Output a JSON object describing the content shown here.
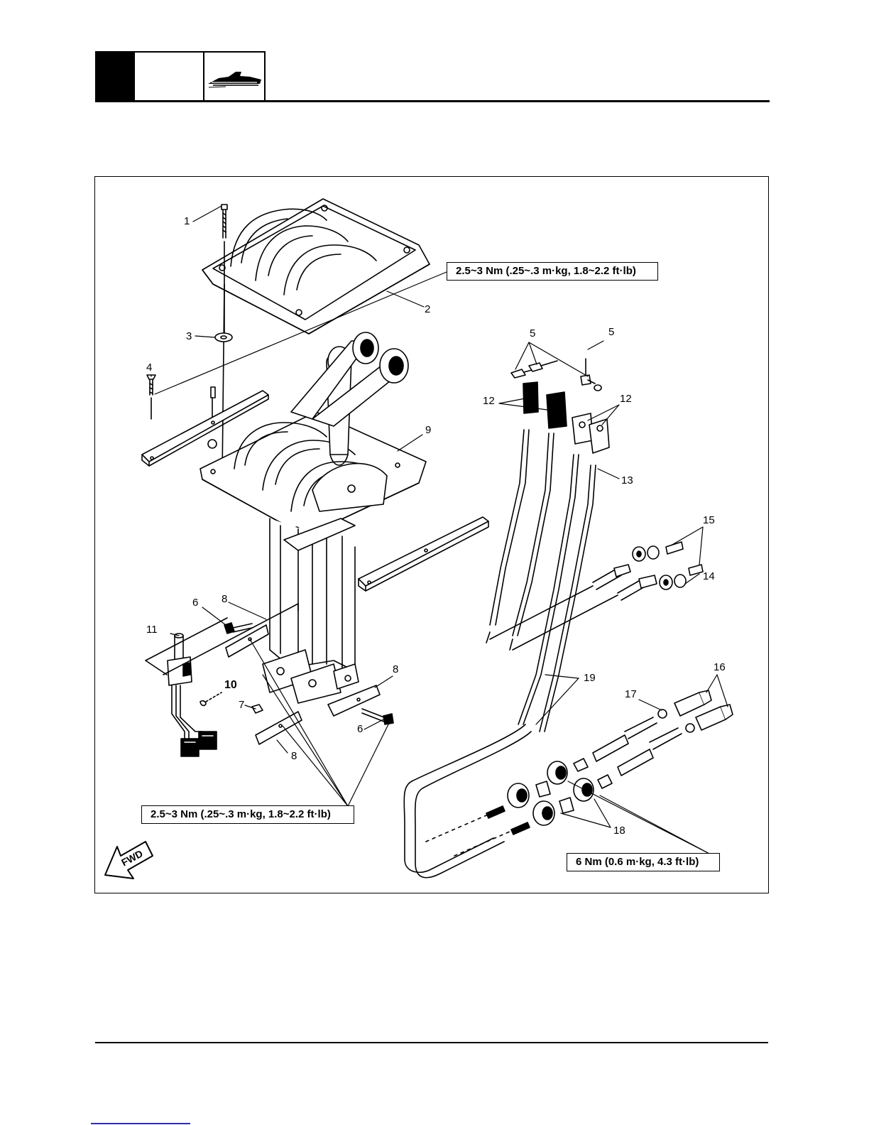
{
  "header": {
    "icon": "watercraft-icon"
  },
  "callouts": {
    "torque_top": "2.5~3 Nm (.25~.3 m·kg, 1.8~2.2 ft·lb)",
    "torque_bottom": "2.5~3 Nm (.25~.3 m·kg, 1.8~2.2 ft·lb)",
    "torque_right": "6 Nm (0.6 m·kg, 4.3 ft·lb)"
  },
  "parts": {
    "p1": "1",
    "p2": "2",
    "p3": "3",
    "p4": "4",
    "p5a": "5",
    "p5b": "5",
    "p6a": "6",
    "p6b": "6",
    "p7": "7",
    "p8a": "8",
    "p8b": "8",
    "p8c": "8",
    "p9": "9",
    "p10": "10",
    "p11": "11",
    "p12a": "12",
    "p12b": "12",
    "p13": "13",
    "p14": "14",
    "p15": "15",
    "p16": "16",
    "p17": "17",
    "p18": "18",
    "p19": "19"
  },
  "fwd_label": "FWD"
}
